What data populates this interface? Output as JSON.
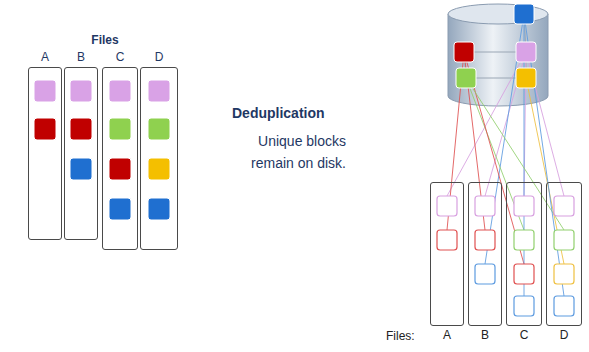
{
  "diagram": {
    "nodes": [
      {
        "text": [
          "Files"
        ]
      },
      {
        "text": [
          "A"
        ],
        "in": 0
      },
      {
        "text": [
          "B"
        ],
        "in": 0
      },
      {
        "text": [
          "C"
        ],
        "in": 0
      },
      {
        "text": [
          "D"
        ],
        "in": 0
      },
      {
        "text": [
          "Deduplication",
          "Unique blocks remain on disk."
        ]
      },
      {
        "text": [
          "A"
        ]
      },
      {
        "text": [
          "B"
        ]
      },
      {
        "text": [
          "C"
        ]
      },
      {
        "text": [
          "D"
        ]
      }
    ],
    "labels": [
      "Files:"
    ]
  }
}
